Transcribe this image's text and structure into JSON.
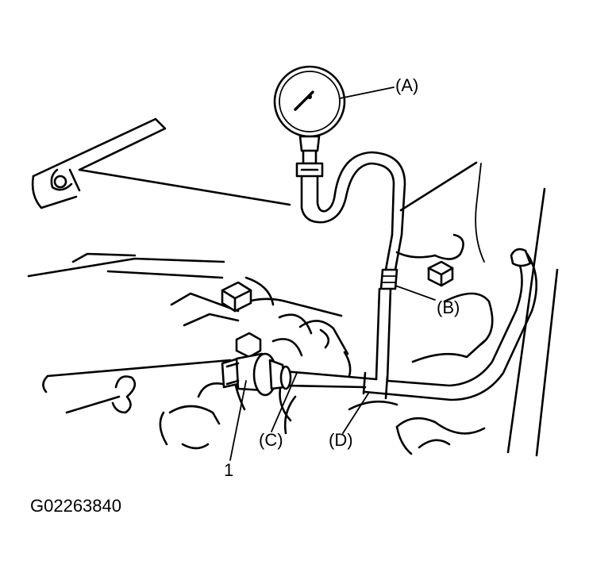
{
  "figure_id": "G02263840",
  "callouts": {
    "a": "(A)",
    "b": "(B)",
    "c": "(C)",
    "d": "(D)",
    "one": "1"
  }
}
